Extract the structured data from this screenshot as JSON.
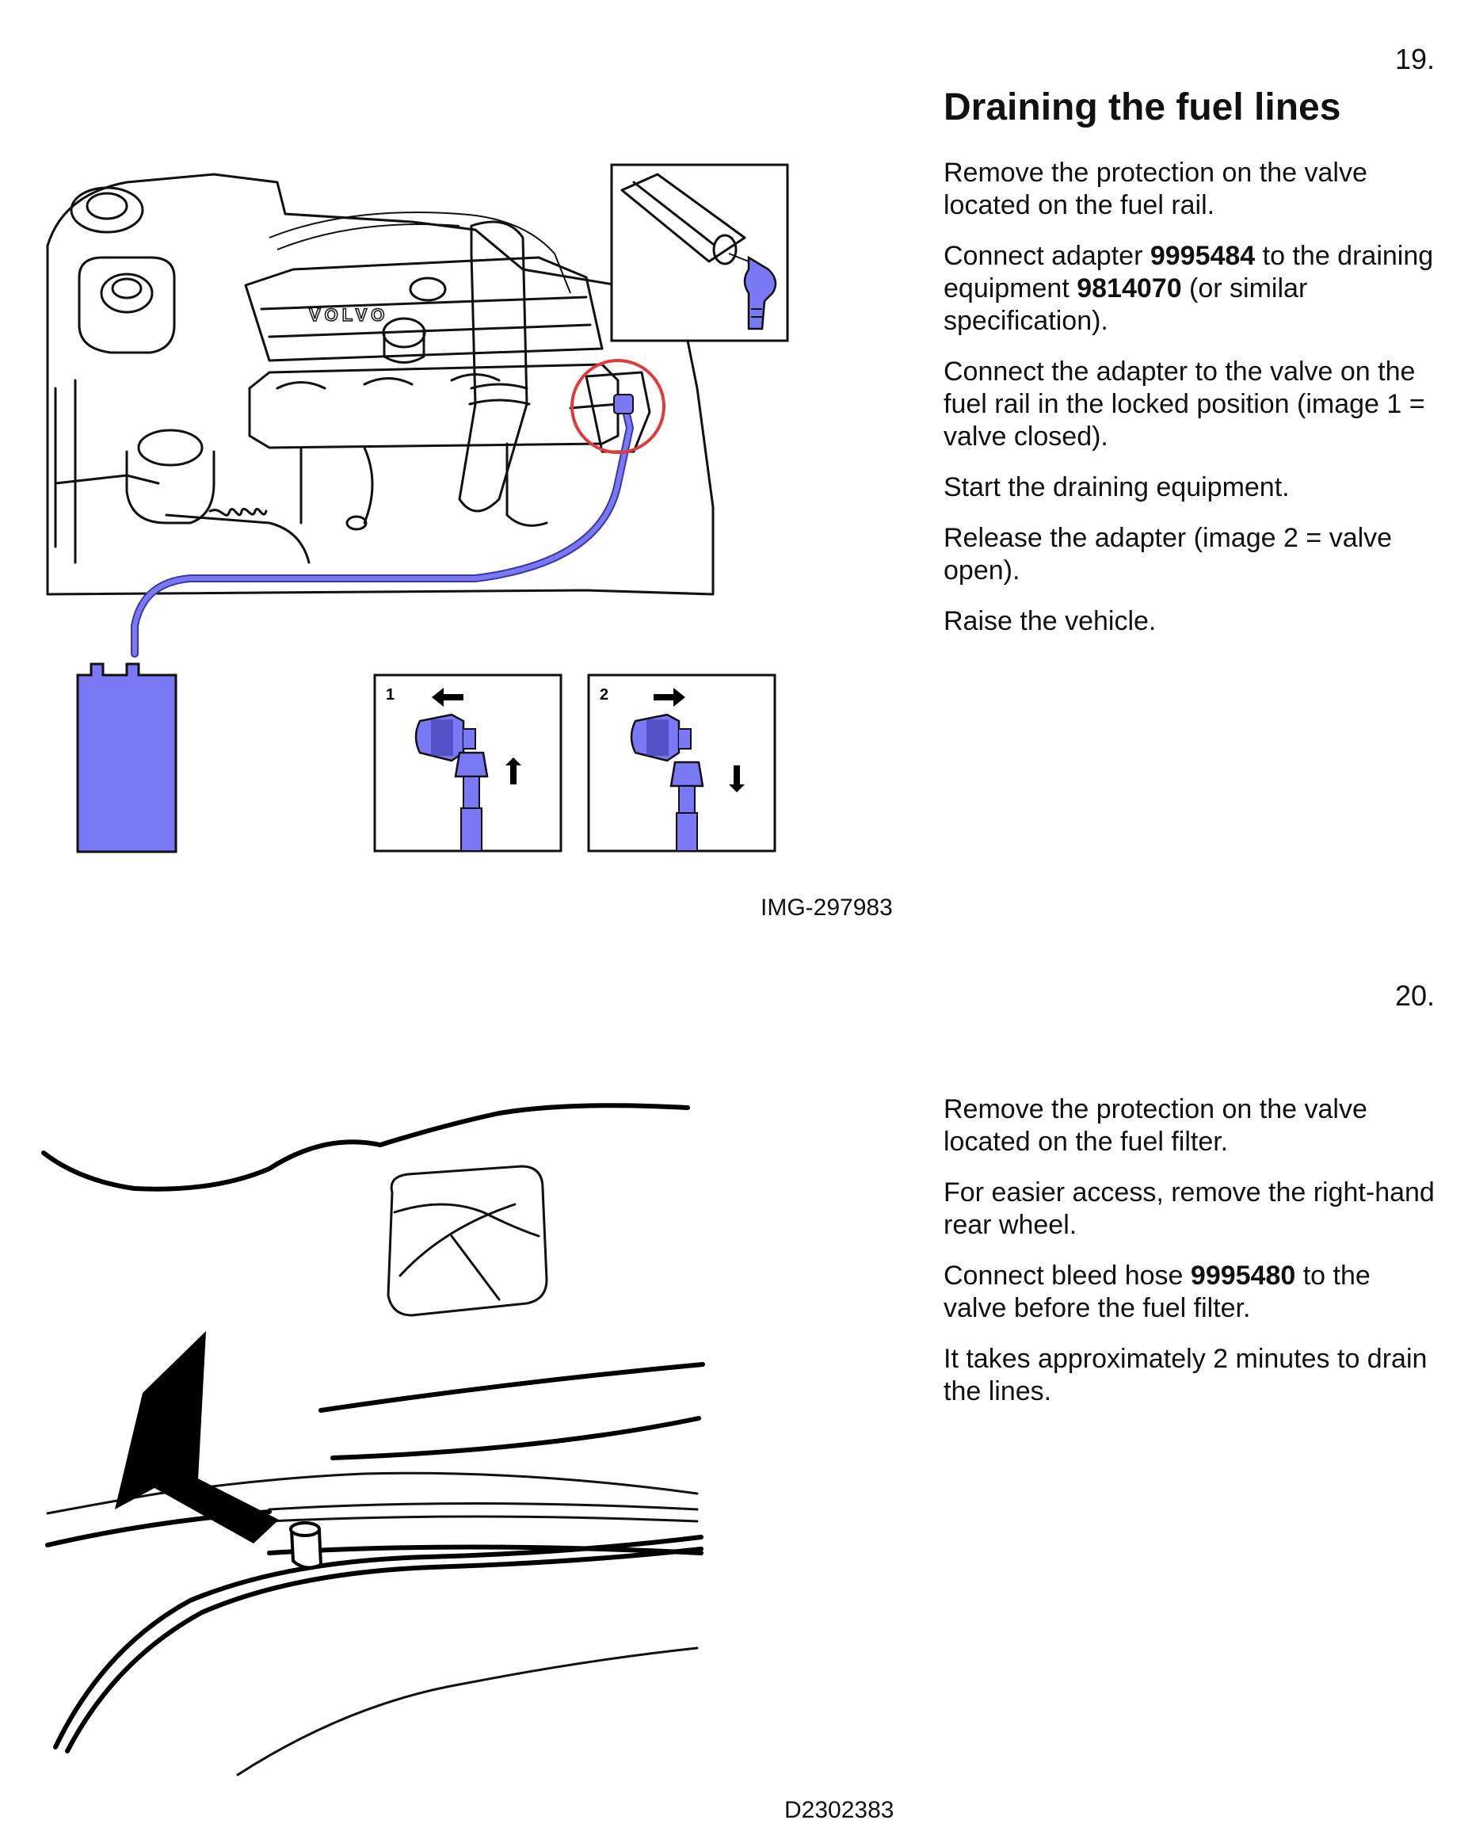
{
  "step19": {
    "number": "19.",
    "title": "Draining the fuel lines",
    "paragraphs": [
      {
        "segments": [
          {
            "t": "Remove the protection on the valve located on the fuel rail.",
            "b": false
          }
        ]
      },
      {
        "segments": [
          {
            "t": "Connect adapter ",
            "b": false
          },
          {
            "t": "9995484",
            "b": true
          },
          {
            "t": " to the draining equipment ",
            "b": false
          },
          {
            "t": "9814070",
            "b": true
          },
          {
            "t": " (or similar specification).",
            "b": false
          }
        ]
      },
      {
        "segments": [
          {
            "t": "Connect the adapter to the valve on the fuel rail in the locked position (image 1 = valve closed).",
            "b": false
          }
        ]
      },
      {
        "segments": [
          {
            "t": "Start the draining equipment.",
            "b": false
          }
        ]
      },
      {
        "segments": [
          {
            "t": "Release the adapter (image 2 = valve open).",
            "b": false
          }
        ]
      },
      {
        "segments": [
          {
            "t": "Raise the vehicle.",
            "b": false
          }
        ]
      }
    ],
    "figure": {
      "caption": "IMG-297983",
      "engine_badge": "VOLVO",
      "inset_1_label": "1",
      "inset_2_label": "2",
      "colors": {
        "fuel_equipment": "#7b78f5",
        "highlight_circle": "#e03a3a",
        "line": "#111111"
      }
    }
  },
  "step20": {
    "number": "20.",
    "paragraphs": [
      {
        "segments": [
          {
            "t": "Remove the protection on the valve located on the fuel filter.",
            "b": false
          }
        ]
      },
      {
        "segments": [
          {
            "t": "For easier access, remove the right-hand rear wheel.",
            "b": false
          }
        ]
      },
      {
        "segments": [
          {
            "t": "Connect bleed hose ",
            "b": false
          },
          {
            "t": "9995480",
            "b": true
          },
          {
            "t": " to the valve before the fuel filter.",
            "b": false
          }
        ]
      },
      {
        "segments": [
          {
            "t": "It takes approximately 2 minutes to drain the lines.",
            "b": false
          }
        ]
      }
    ],
    "figure": {
      "caption": "D2302383"
    }
  }
}
